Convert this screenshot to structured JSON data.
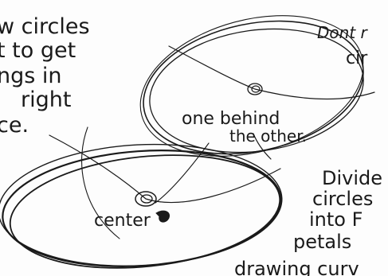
{
  "notes": {
    "left_block": [
      "w circles",
      "t  to get",
      "ngs  in",
      "right",
      "ce."
    ],
    "top_right_block": [
      "Dont r",
      "cir"
    ],
    "one_behind": [
      "one behind",
      "the other."
    ],
    "center_label": "center",
    "bottom_right_block": [
      "Divide",
      "circles",
      "into  F",
      "petals",
      "drawing  curv"
    ]
  },
  "ink_color": "#1a1a1a"
}
